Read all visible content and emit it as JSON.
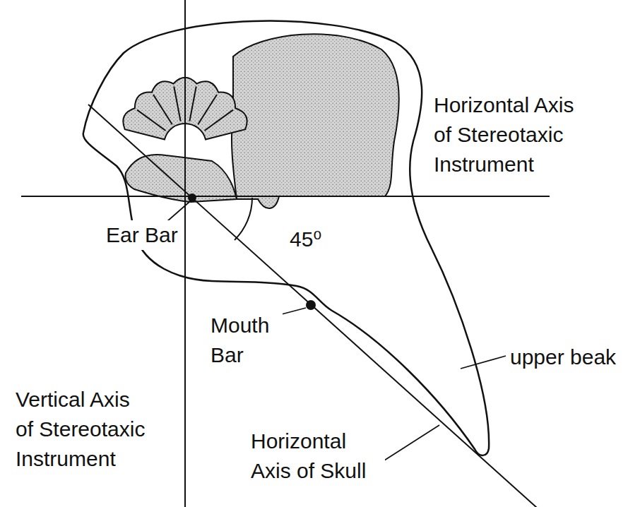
{
  "diagram": {
    "labels": [
      "Horizontal Axis of Stereotaxic Instrument",
      "Ear Bar",
      "45⁰",
      "Mouth Bar",
      "upper beak",
      "Vertical Axis of Stereotaxic Instrument",
      "Horizontal Axis of Skull"
    ]
  }
}
